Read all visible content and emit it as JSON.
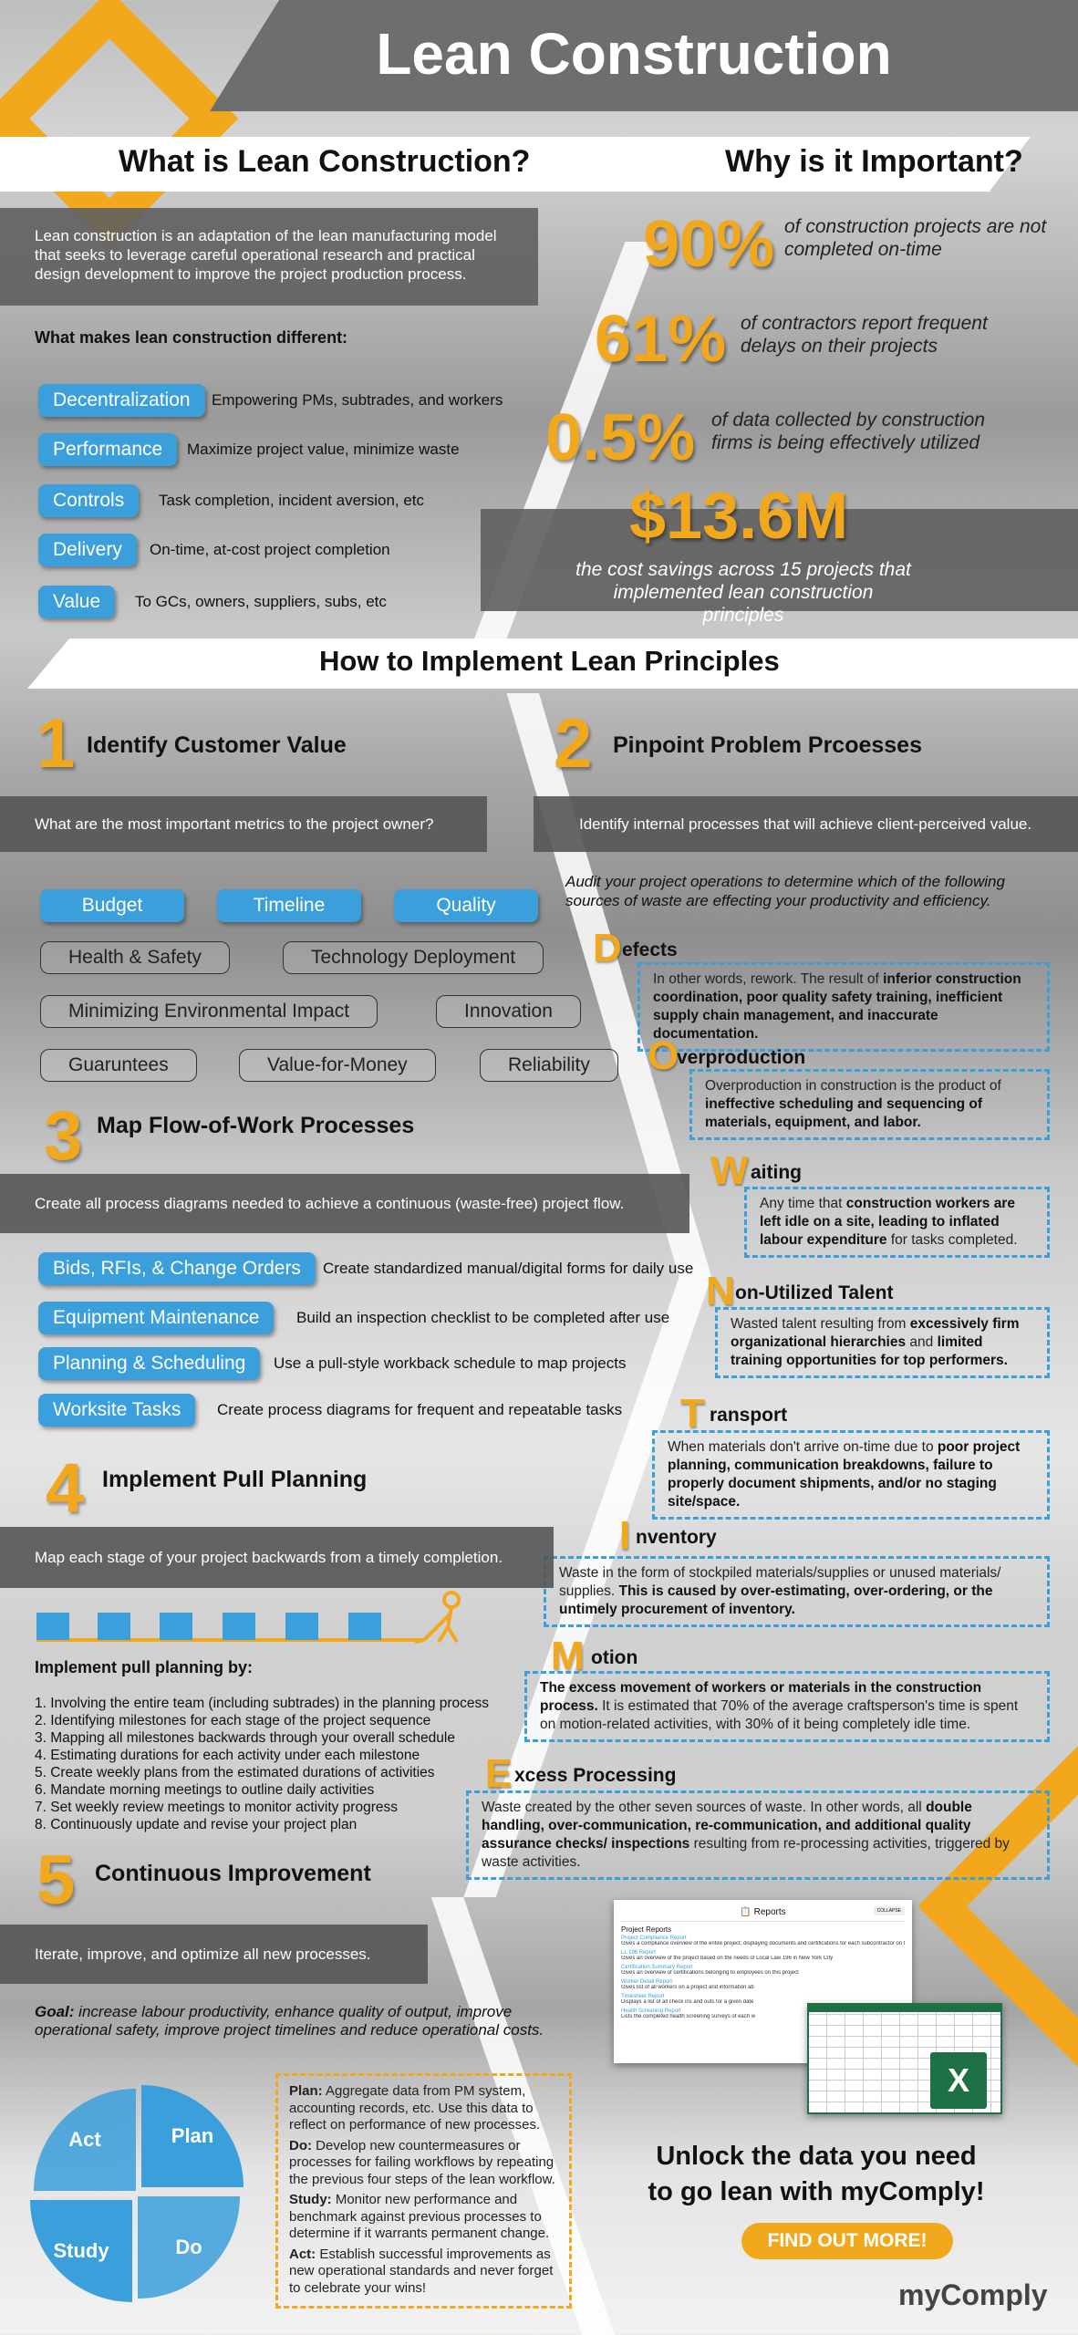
{
  "header": {
    "title": "Lean Construction"
  },
  "what": {
    "heading": "What is Lean Construction?",
    "intro": "Lean construction is an adaptation of the lean manufacturing model that seeks to leverage careful operational research and practical design development to improve the project production process.",
    "subheading": "What makes lean construction different:",
    "items": [
      {
        "label": "Decentralization",
        "desc": "Empowering PMs, subtrades, and workers"
      },
      {
        "label": "Performance",
        "desc": "Maximize project value, minimize waste"
      },
      {
        "label": "Controls",
        "desc": "Task completion, incident aversion, etc"
      },
      {
        "label": "Delivery",
        "desc": "On-time, at-cost project completion"
      },
      {
        "label": "Value",
        "desc": "To GCs, owners, suppliers, subs, etc"
      }
    ]
  },
  "why": {
    "heading": "Why is it Important?",
    "stats": [
      {
        "value": "90%",
        "text": "of construction projects are not completed on-time"
      },
      {
        "value": "61%",
        "text": "of contractors report frequent delays on their projects"
      },
      {
        "value": "0.5%",
        "text": "of data collected by construction firms is being effectively utilized"
      },
      {
        "value": "$13.6M",
        "text": "the cost savings across 15 projects that implemented lean construction principles"
      }
    ]
  },
  "implement": {
    "heading": "How to Implement Lean Principles"
  },
  "step1": {
    "number": "1",
    "title": "Identify Customer Value",
    "bar": "What are the most important metrics to the project owner?",
    "primary": [
      "Budget",
      "Timeline",
      "Quality"
    ],
    "secondary": [
      "Health & Safety",
      "Technology Deployment",
      "Minimizing Environmental Impact",
      "Innovation",
      "Guaruntees",
      "Value-for-Money",
      "Reliability"
    ]
  },
  "step2": {
    "number": "2",
    "title": "Pinpoint Problem Prcoesses",
    "bar": "Identify internal processes that will achieve client-perceived value.",
    "audit": "Audit your project operations to determine which of the following sources of waste are effecting your productivity and efficiency.",
    "waste": [
      {
        "letter": "D",
        "rest": "efects",
        "segments": [
          {
            "t": "In other words, rework. The result of ",
            "b": false
          },
          {
            "t": "inferior construction coordination, poor quality safety training, inefficient supply chain management, and inaccurate documentation.",
            "b": true
          }
        ]
      },
      {
        "letter": "O",
        "rest": "verproduction",
        "segments": [
          {
            "t": "Overproduction in construction is the product of ",
            "b": false
          },
          {
            "t": "ineffective scheduling and sequencing of materials, equipment, and labor.",
            "b": true
          }
        ]
      },
      {
        "letter": "W",
        "rest": "aiting",
        "segments": [
          {
            "t": "Any time that ",
            "b": false
          },
          {
            "t": "construction workers are left idle on a site, leading to inflated labour expenditure",
            "b": true
          },
          {
            "t": " for tasks completed.",
            "b": false
          }
        ]
      },
      {
        "letter": "N",
        "rest": "on-Utilized Talent",
        "segments": [
          {
            "t": "Wasted talent resulting from ",
            "b": false
          },
          {
            "t": "excessively firm organizational hierarchies",
            "b": true
          },
          {
            "t": " and ",
            "b": false
          },
          {
            "t": "limited training opportunities for top performers.",
            "b": true
          }
        ]
      },
      {
        "letter": "T",
        "rest": "ransport",
        "segments": [
          {
            "t": "When materials don't arrive on-time due to ",
            "b": false
          },
          {
            "t": "poor project planning, communication breakdowns, failure to properly document shipments, and/or no staging site/space.",
            "b": true
          }
        ]
      },
      {
        "letter": "I",
        "rest": "nventory",
        "segments": [
          {
            "t": "Waste in the form of stockpiled materials/supplies or unused materials/ supplies. ",
            "b": false
          },
          {
            "t": "This is caused by over-estimating, over-ordering, or the untimely procurement of inventory.",
            "b": true
          }
        ]
      },
      {
        "letter": "M",
        "rest": "otion",
        "segments": [
          {
            "t": "The excess movement of workers or materials in the construction process.",
            "b": true
          },
          {
            "t": " It is estimated that 70% of the average craftsperson's time is spent on motion-related activities, with 30% of it being completely idle time.",
            "b": false
          }
        ]
      },
      {
        "letter": "E",
        "rest": "xcess Processing",
        "segments": [
          {
            "t": "Waste created by the other seven sources of waste. In other words, all ",
            "b": false
          },
          {
            "t": "double handling, over-communication, re-communication, and additional quality assurance checks/ inspections",
            "b": true
          },
          {
            "t": " resulting from re-processing activities, triggered by waste activities.",
            "b": false
          }
        ]
      }
    ]
  },
  "step3": {
    "number": "3",
    "title": "Map Flow-of-Work Processes",
    "bar": "Create all process diagrams needed to achieve a continuous (waste-free) project flow.",
    "items": [
      {
        "label": "Bids, RFIs, & Change Orders",
        "desc": "Create standardized manual/digital forms for daily use"
      },
      {
        "label": "Equipment Maintenance",
        "desc": "Build an inspection checklist to be completed after use"
      },
      {
        "label": "Planning & Scheduling",
        "desc": "Use a pull-style workback schedule to map projects"
      },
      {
        "label": "Worksite Tasks",
        "desc": "Create process diagrams for frequent and repeatable tasks"
      }
    ]
  },
  "step4": {
    "number": "4",
    "title": "Implement Pull Planning",
    "bar": "Map each stage of your project backwards from a timely completion.",
    "subheading": "Implement pull planning by:",
    "list": [
      "1. Involving the entire team (including subtrades) in the planning process",
      "2. Identifying milestones for each stage of the project sequence",
      "3. Mapping all milestones backwards through your overall schedule",
      "4. Estimating durations for each activity under each milestone",
      "5. Create weekly plans from the estimated durations of activities",
      "6. Mandate morning meetings to outline daily activities",
      "7. Set weekly review meetings to monitor activity progress",
      "8. Continuously update and revise your project plan"
    ]
  },
  "step5": {
    "number": "5",
    "title": "Continuous Improvement",
    "bar": "Iterate, improve, and optimize all new processes.",
    "goal_label": "Goal:",
    "goal": " increase labour productivity, enhance quality of output, improve operational safety, improve project timelines and reduce operational costs.",
    "cycle": {
      "act": "Act",
      "plan": "Plan",
      "study": "Study",
      "do": "Do"
    },
    "details": [
      {
        "k": "Plan:",
        "v": " Aggregate data from PM system, accounting records, etc. Use this data to reflect on performance of new processes."
      },
      {
        "k": "Do:",
        "v": " Develop new countermeasures or processes for failing workflows by repeating the previous four steps of the lean workflow."
      },
      {
        "k": "Study:",
        "v": " Monitor new performance and benchmark against previous processes to determine if it warrants permanent change."
      },
      {
        "k": "Act:",
        "v": " Establish successful improvements as new operational standards and never forget to celebrate your wins!"
      }
    ]
  },
  "reports": {
    "title": "Reports",
    "collapse": "COLLAPSE",
    "section": "Project Reports",
    "items": [
      {
        "name": "Project Compliance Report",
        "desc": "Gives a compliance overview of the entire project; displaying documents and certifications for each subcontractor on the project"
      },
      {
        "name": "LL 196 Report",
        "desc": "Gives an overview of the project based on the needs of Local Law 196 in New York City"
      },
      {
        "name": "Certification Summary Report",
        "desc": "Gives an overview of certifications belonging to employees on this project"
      },
      {
        "name": "Worker Detail Report",
        "desc": "Gives list of all workers on a project and information ab"
      },
      {
        "name": "Timesheet Report",
        "desc": "Displays a list of all check ins and outs for a given date"
      },
      {
        "name": "Health Screening Report",
        "desc": "Lists the completed health screening surveys of each w"
      }
    ]
  },
  "cta": {
    "line1": "Unlock the data you need",
    "line2": "to go lean with myComply!",
    "button": "FIND OUT MORE!",
    "logo": "myComply"
  },
  "colors": {
    "accent": "#f2a81d",
    "blue": "#3b9fdc",
    "excel": "#1e7145"
  }
}
